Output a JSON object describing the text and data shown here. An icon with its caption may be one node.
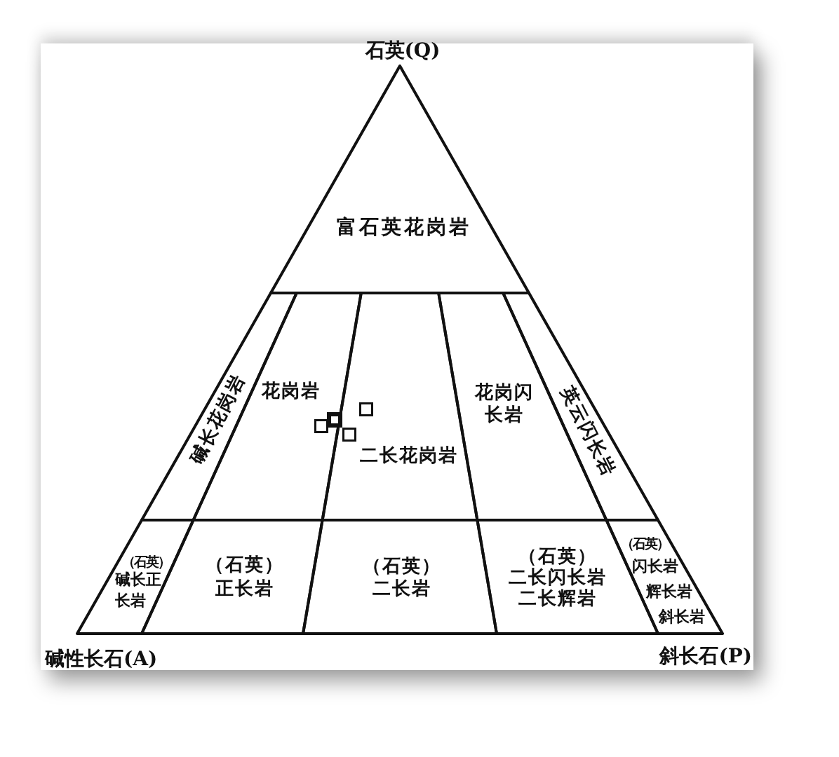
{
  "diagram": {
    "nodes": [
      {
        "text": [
          "富石英花岗岩"
        ]
      },
      {
        "text": [
          "碱长花岗岩"
        ]
      },
      {
        "text": [
          "花岗岩"
        ]
      },
      {
        "text": [
          "二长花岗岩"
        ]
      },
      {
        "text": [
          "花岗闪长岩"
        ]
      },
      {
        "text": [
          "英云闪长岩"
        ]
      },
      {
        "text": [
          "（石英）",
          "碱长正长岩"
        ]
      },
      {
        "text": [
          "（石英）",
          "正长岩"
        ]
      },
      {
        "text": [
          "（石英）",
          "二长岩"
        ]
      },
      {
        "text": [
          "（石英）",
          "二长闪长岩",
          "二长辉岩"
        ]
      },
      {
        "text": [
          "（石英）",
          "闪长岩",
          "辉长岩",
          "斜长岩"
        ]
      }
    ],
    "labels": [
      "石英(Q)",
      "碱性长石(A)",
      "斜长石(P)"
    ]
  }
}
